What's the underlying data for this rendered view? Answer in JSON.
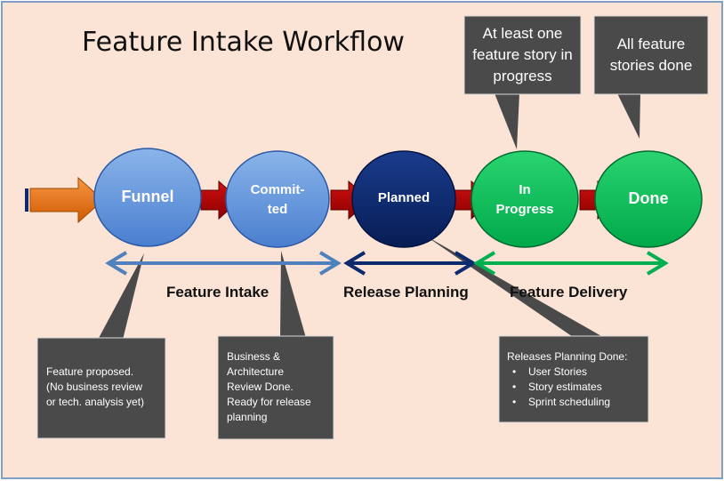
{
  "title": "Feature Intake Workflow",
  "colors": {
    "background": "#fbe3d6",
    "callout_fill": "#4a4a4a",
    "node_blue": "#5b8fd6",
    "node_navy": "#0c2a6e",
    "node_green": "#00b050",
    "arrow_red": "#b00000",
    "arrow_orange": "#e36c0a",
    "intake_arrow": "#4f81bd",
    "planning_arrow": "#0c2a6e",
    "delivery_arrow": "#00b050"
  },
  "nodes": [
    {
      "label": "Funnel"
    },
    {
      "label": "Commit-\nted"
    },
    {
      "label": "Planned"
    },
    {
      "label": "In\nProgress"
    },
    {
      "label": "Done"
    }
  ],
  "phases": [
    {
      "label": "Feature Intake"
    },
    {
      "label": "Release Planning"
    },
    {
      "label": "Feature Delivery"
    }
  ],
  "top_callouts": [
    {
      "text": "At least one feature story in progress"
    },
    {
      "text": "All feature stories done"
    }
  ],
  "bottom_callouts": {
    "funnel": {
      "lines": [
        "Feature proposed.",
        "(No business review",
        "or tech. analysis yet)"
      ]
    },
    "committed": {
      "lines": [
        "Business &",
        "Architecture",
        "Review Done.",
        "Ready for release",
        "planning"
      ]
    },
    "planned": {
      "heading": "Releases Planning Done:",
      "bullets": [
        "User Stories",
        "Story estimates",
        "Sprint scheduling"
      ]
    }
  }
}
